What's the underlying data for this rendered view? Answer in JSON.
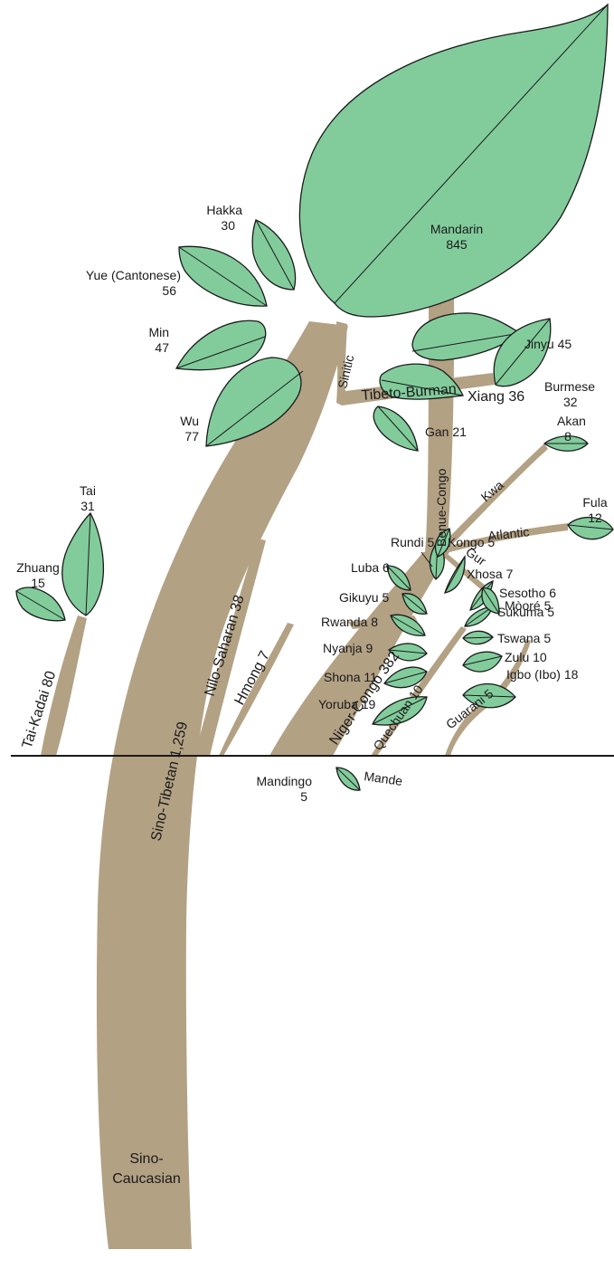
{
  "colors": {
    "leaf": "#82cc9c",
    "trunk": "#b3a184",
    "outline": "#1a1a1a"
  },
  "trunk_labels": {
    "root": "Sino-\nCaucasian",
    "sino_tibetan": "Sino-Tibetan 1,259",
    "sinitic": "Sinitic",
    "tibeto_burman": "Tibeto-Burman",
    "tai_kadai": "Tai-Kadai 80",
    "nilo_saharan": "Nilo-Saharan 38",
    "hmong": "Hmong 7",
    "niger_congo": "Niger-Congo 382",
    "benue_congo": "Benue-Congo",
    "mande": "Mande",
    "kwa": "Kwa",
    "atlantic": "Atlantic",
    "gur": "Gur",
    "quechuan": "Quechuan 10",
    "guarani": "Guarani 5"
  },
  "leaves": [
    {
      "key": "mandarin",
      "label": "Mandarin\n845"
    },
    {
      "key": "hakka",
      "label": "Hakka\n30"
    },
    {
      "key": "yue",
      "label": "Yue (Cantonese)\n56"
    },
    {
      "key": "min",
      "label": "Min\n47"
    },
    {
      "key": "wu",
      "label": "Wu\n77"
    },
    {
      "key": "jinyu",
      "label": "Jinyu 45"
    },
    {
      "key": "xiang",
      "label": "Xiang 36"
    },
    {
      "key": "gan",
      "label": "Gan 21"
    },
    {
      "key": "burmese",
      "label": "Burmese\n32"
    },
    {
      "key": "rundi",
      "label": "Rundi 5"
    },
    {
      "key": "kongo",
      "label": "Kongo  5"
    },
    {
      "key": "luba",
      "label": "Luba 6"
    },
    {
      "key": "xhosa",
      "label": "Xhosa 7"
    },
    {
      "key": "sesotho",
      "label": "Sesotho 6"
    },
    {
      "key": "gikuyu",
      "label": "Gikuyu 5"
    },
    {
      "key": "sukuma",
      "label": "Sukuma 5"
    },
    {
      "key": "rwanda",
      "label": "Rwanda 8"
    },
    {
      "key": "tswana",
      "label": "Tswana 5"
    },
    {
      "key": "nyanja",
      "label": "Nyanja 9"
    },
    {
      "key": "zulu",
      "label": "Zulu 10"
    },
    {
      "key": "shona",
      "label": "Shona 11"
    },
    {
      "key": "igbo",
      "label": "Igbo (Ibo) 18"
    },
    {
      "key": "yoruba",
      "label": "Yoruba 19"
    },
    {
      "key": "akan",
      "label": "Akan\n8"
    },
    {
      "key": "mandingo",
      "label": "Mandingo\n5"
    },
    {
      "key": "fula",
      "label": "Fula\n12"
    },
    {
      "key": "moore",
      "label": "Mòoré 5"
    },
    {
      "key": "tai",
      "label": "Tai\n31"
    },
    {
      "key": "zhuang",
      "label": "Zhuang\n15"
    }
  ]
}
